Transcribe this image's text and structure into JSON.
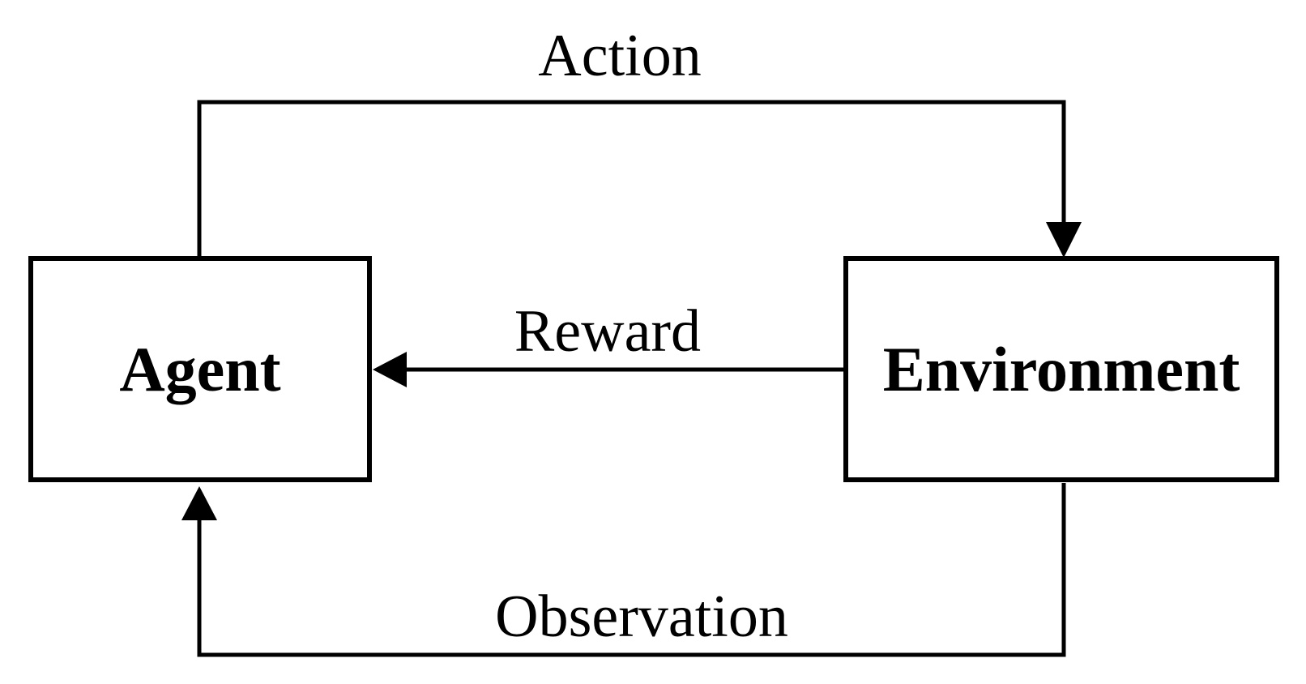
{
  "nodes": {
    "agent": {
      "label": "Agent"
    },
    "environment": {
      "label": "Environment"
    }
  },
  "edges": {
    "action": {
      "label": "Action",
      "from": "Agent",
      "to": "Environment"
    },
    "reward": {
      "label": "Reward",
      "from": "Environment",
      "to": "Agent"
    },
    "observation": {
      "label": "Observation",
      "from": "Environment",
      "to": "Agent"
    }
  },
  "colors": {
    "stroke": "#000000",
    "background": "#ffffff"
  }
}
